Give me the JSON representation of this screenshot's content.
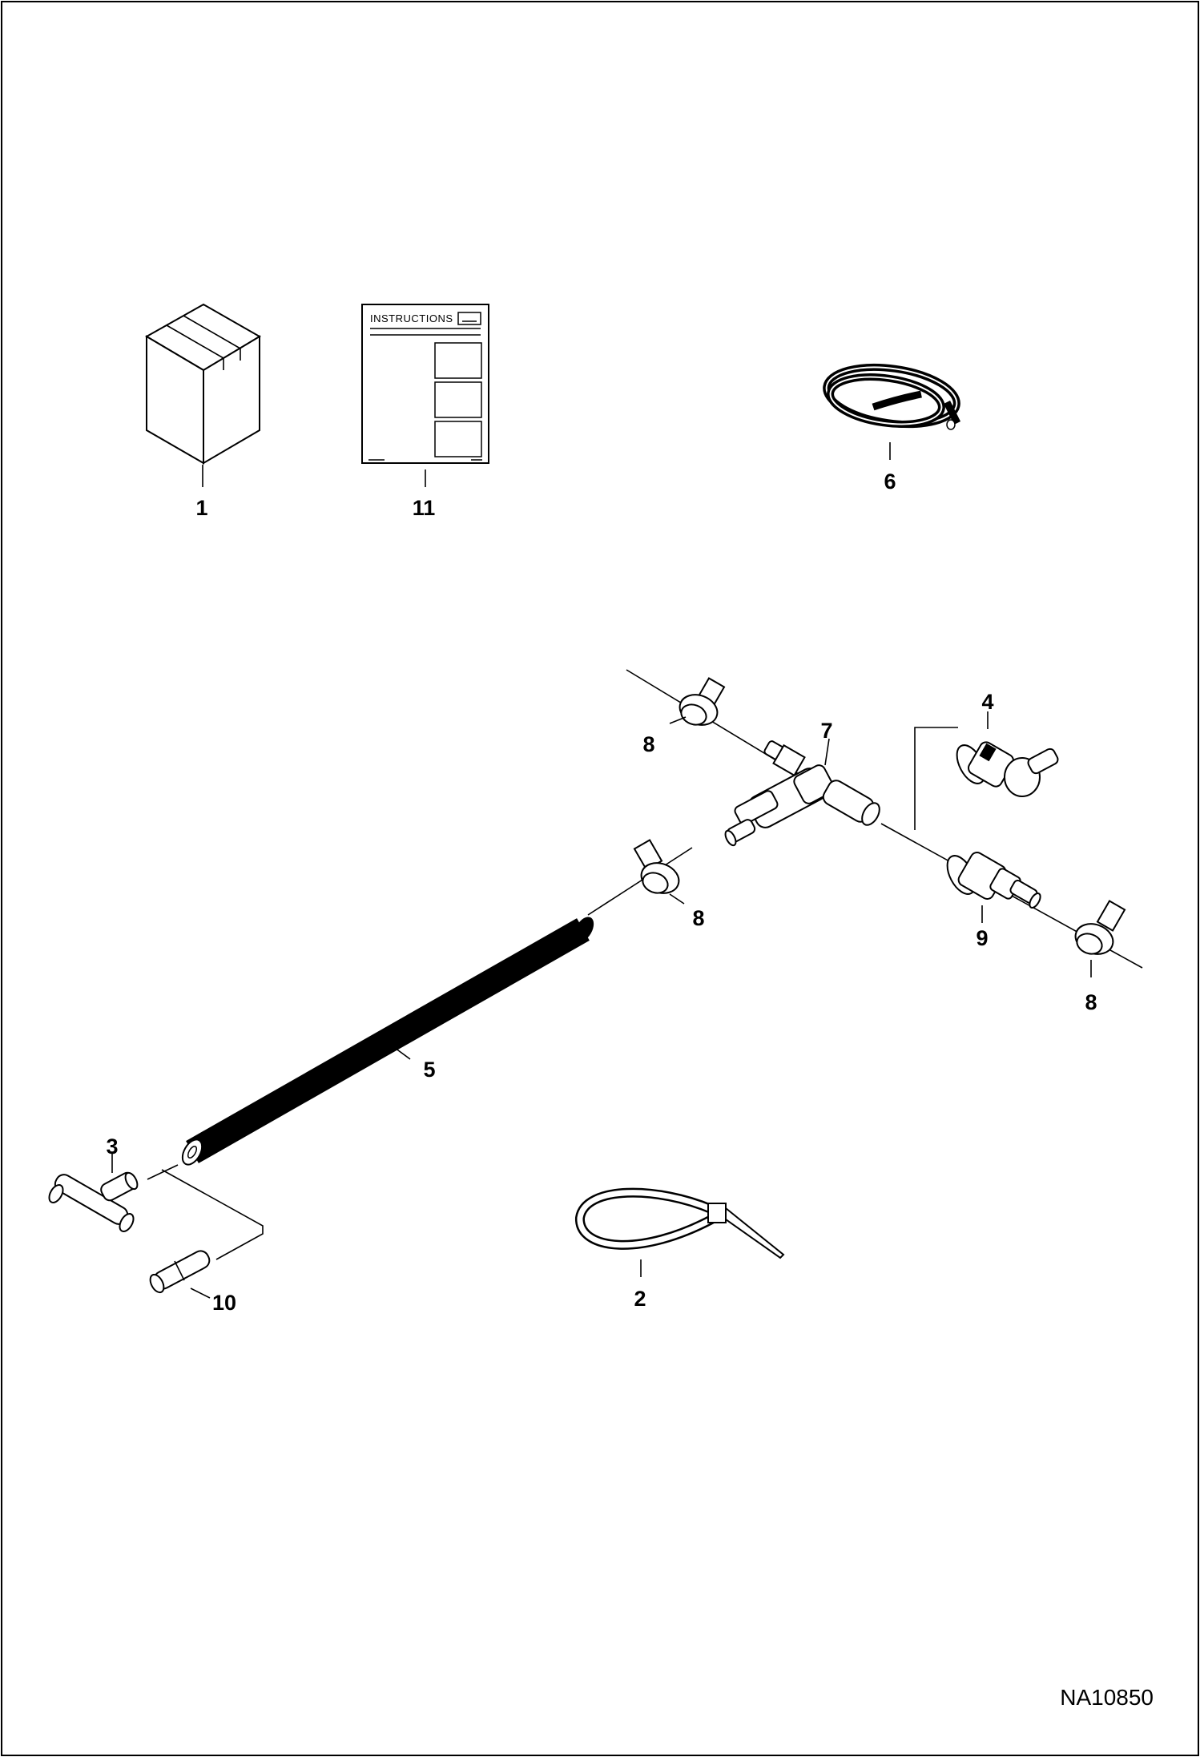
{
  "document_number": "NA10850",
  "instructions_label": "INSTRUCTIONS",
  "callouts": {
    "c1": "1",
    "c2": "2",
    "c3": "3",
    "c4": "4",
    "c5": "5",
    "c6": "6",
    "c7": "7",
    "c8a": "8",
    "c8b": "8",
    "c8c": "8",
    "c9": "9",
    "c10": "10",
    "c11": "11"
  }
}
